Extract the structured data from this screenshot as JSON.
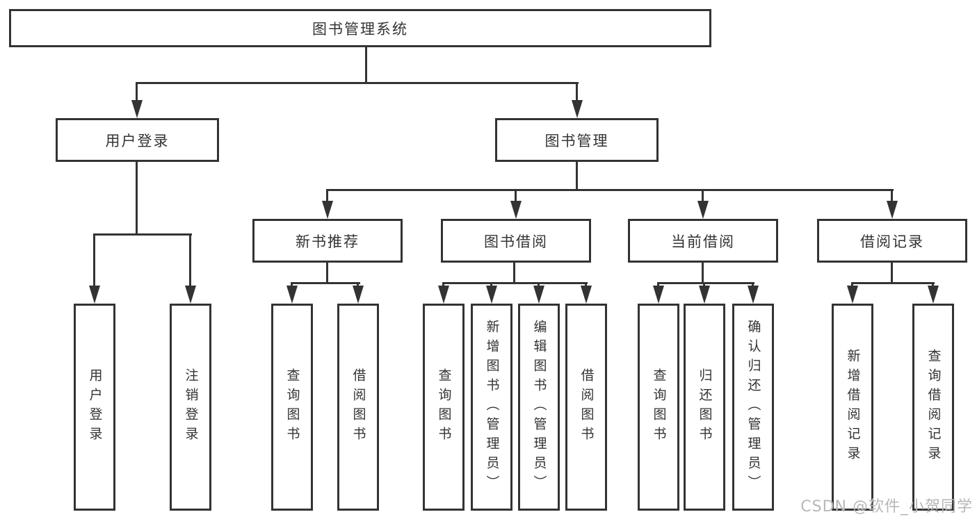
{
  "diagram": {
    "type": "hierarchy-tree",
    "tree": {
      "root": {
        "label": "图书管理系统"
      },
      "branches": [
        {
          "label": "用户登录",
          "children": [
            {
              "label": "用户登录"
            },
            {
              "label": "注销登录"
            }
          ]
        },
        {
          "label": "图书管理",
          "children": [
            {
              "label": "新书推荐",
              "children": [
                {
                  "label": "查询图书"
                },
                {
                  "label": "借阅图书"
                }
              ]
            },
            {
              "label": "图书借阅",
              "children": [
                {
                  "label": "查询图书"
                },
                {
                  "label": "新增图书（管理员）"
                },
                {
                  "label": "编辑图书（管理员）"
                },
                {
                  "label": "借阅图书"
                }
              ]
            },
            {
              "label": "当前借阅",
              "children": [
                {
                  "label": "查询图书"
                },
                {
                  "label": "归还图书"
                },
                {
                  "label": "确认归还（管理员）"
                }
              ]
            },
            {
              "label": "借阅记录",
              "children": [
                {
                  "label": "新增借阅记录"
                },
                {
                  "label": "查询借阅记录"
                }
              ]
            }
          ]
        }
      ]
    },
    "colors": {
      "line": "#333333",
      "box_border": "#333333",
      "box_background": "#ffffff",
      "text": "#333333",
      "watermark": "#b7b7b7"
    }
  },
  "watermark": {
    "text": "CSDN @软件_小贺同学"
  }
}
